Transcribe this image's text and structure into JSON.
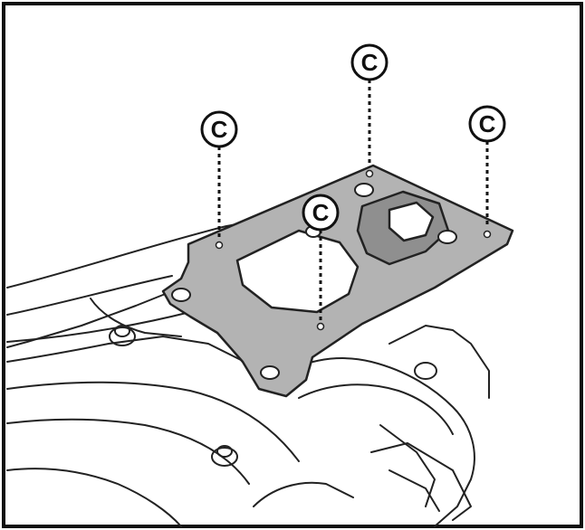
{
  "colors": {
    "frame": "#111111",
    "line": "#222222",
    "plate": "#b3b3b3",
    "plate_inner": "#8f8f8f",
    "background": "#ffffff"
  },
  "callouts": [
    {
      "label": "C"
    },
    {
      "label": "C"
    },
    {
      "label": "C"
    },
    {
      "label": "C"
    }
  ]
}
